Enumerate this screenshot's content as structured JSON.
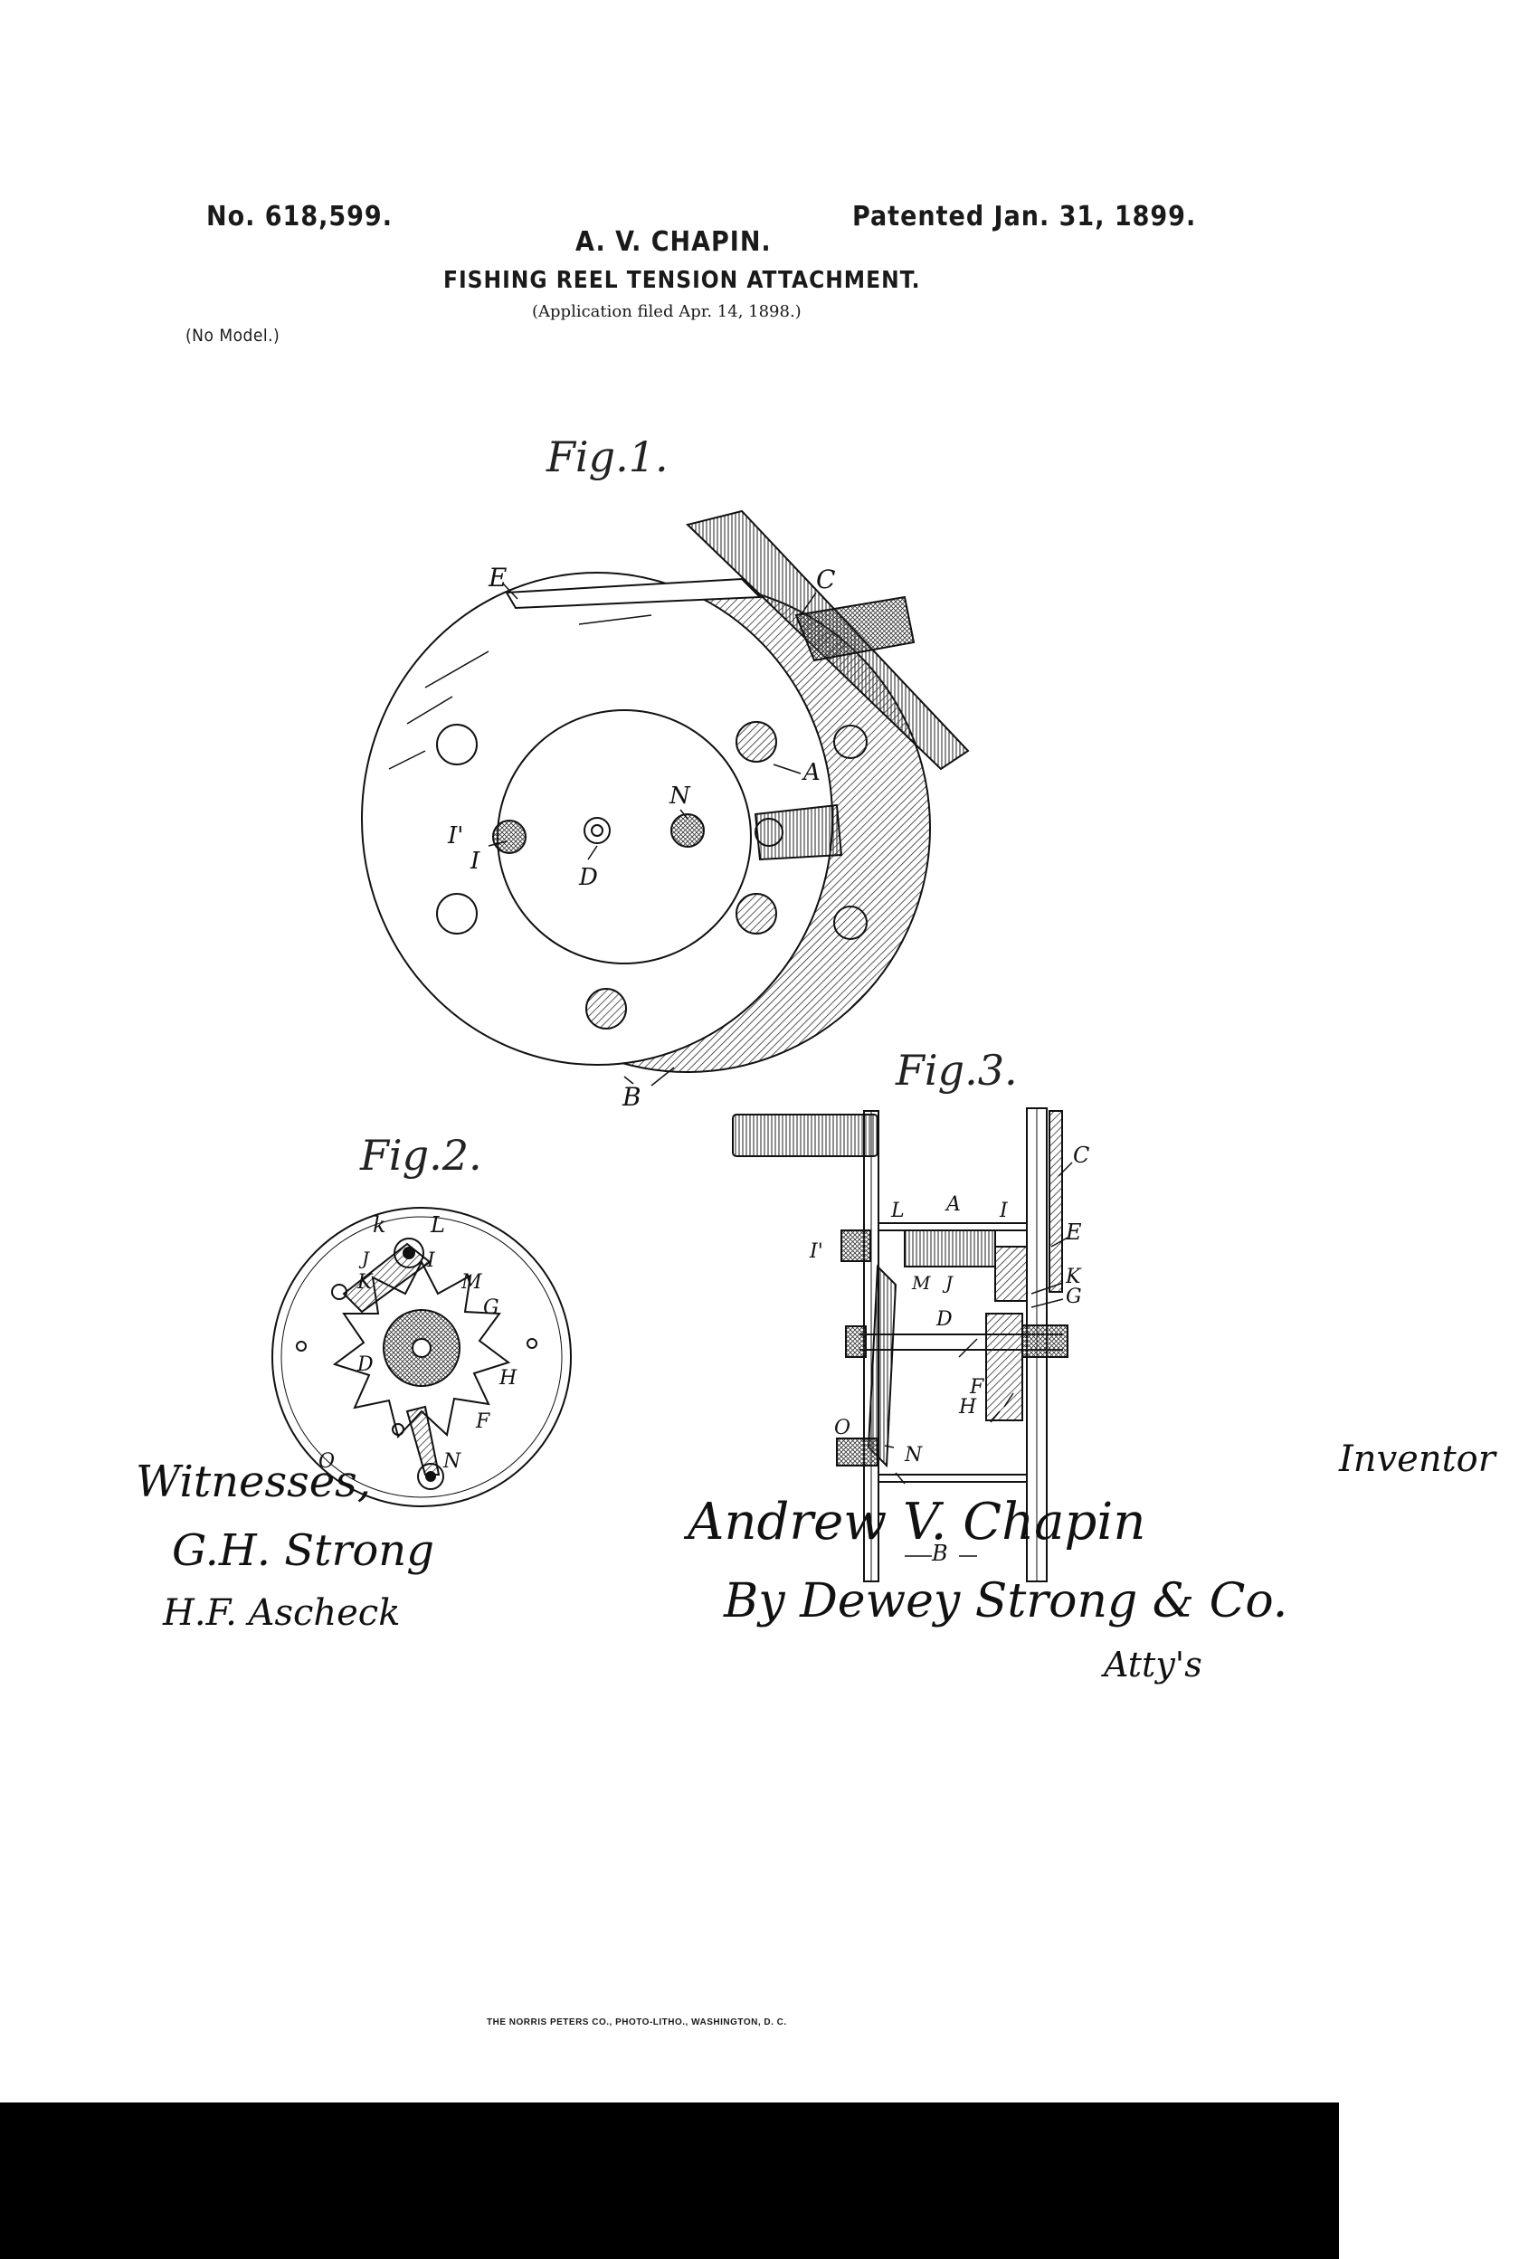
{
  "header": {
    "patent_number": "No. 618,599.",
    "patent_date": "Patented Jan. 31, 1899.",
    "inventor": "A. V. CHAPIN.",
    "title": "FISHING REEL TENSION ATTACHMENT.",
    "application": "(Application filed Apr. 14, 1898.)",
    "model": "(No Model.)"
  },
  "figures": {
    "fig1": {
      "label": "Fig.1.",
      "letters": {
        "E": "E",
        "C": "C",
        "A": "A",
        "N": "N",
        "I1": "I'",
        "I": "I",
        "D": "D",
        "B": "B"
      }
    },
    "fig2": {
      "label": "Fig.2.",
      "letters": {
        "k": "k",
        "L": "L",
        "J": "J",
        "I": "I",
        "K": "K",
        "M": "M",
        "G": "G",
        "D": "D",
        "H": "H",
        "F": "F",
        "O": "O",
        "N": "N"
      }
    },
    "fig3": {
      "label": "Fig.3.",
      "letters": {
        "C": "C",
        "E": "E",
        "L": "L",
        "A": "A",
        "I": "I",
        "I1": "I'",
        "M": "M",
        "J": "J",
        "K": "K",
        "G": "G",
        "D": "D",
        "F": "F",
        "H": "H",
        "O": "O",
        "N": "N",
        "B": "B"
      }
    }
  },
  "signatures": {
    "witnesses_label": "Witnesses,",
    "witness_1": "G.H. Strong",
    "witness_2": "H.F. Ascheck",
    "inventor_label": "Inventor",
    "inventor_signature": "Andrew V. Chapin",
    "attorney_signature": "By Dewey Strong & Co.",
    "attorney_suffix": "Atty's"
  },
  "footer": {
    "printer": "THE NORRIS PETERS CO., PHOTO-LITHO., WASHINGTON, D. C."
  }
}
